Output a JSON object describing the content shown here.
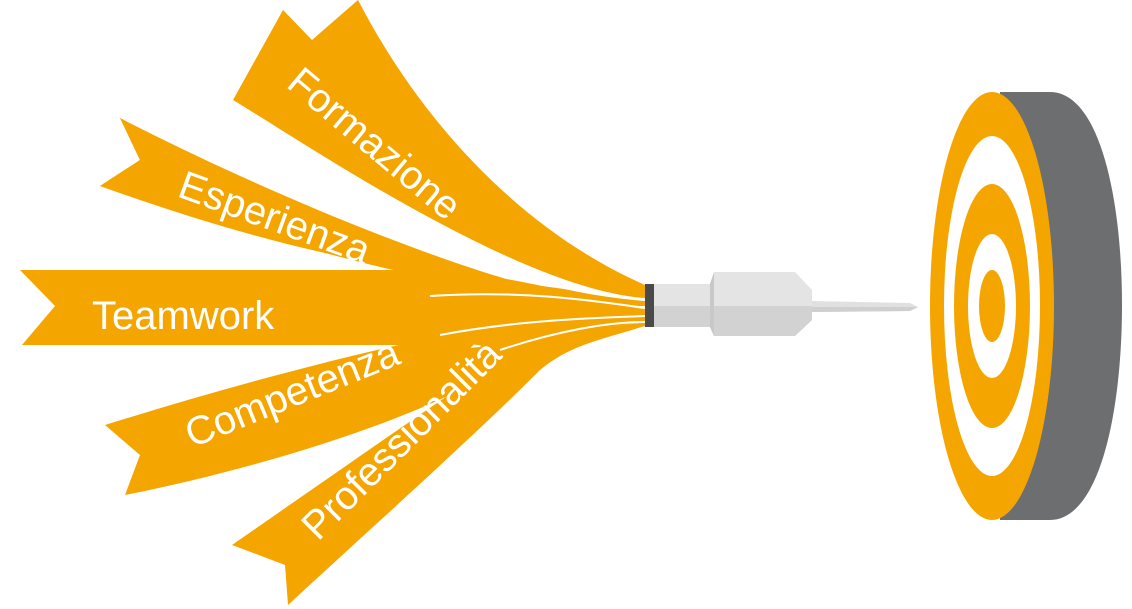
{
  "ribbons": [
    {
      "label": "Formazione"
    },
    {
      "label": "Esperienza"
    },
    {
      "label": "Teamwork"
    },
    {
      "label": "Competenza"
    },
    {
      "label": "Professionalità"
    }
  ],
  "colors": {
    "ribbon": "#F5A500",
    "target_ring": "#F5A500",
    "target_side": "#6D6E70",
    "dart_body": "#E0E0E0",
    "dart_collar": "#4A4A4A"
  },
  "icons": {
    "dart": "dart-icon",
    "target": "target-icon"
  }
}
